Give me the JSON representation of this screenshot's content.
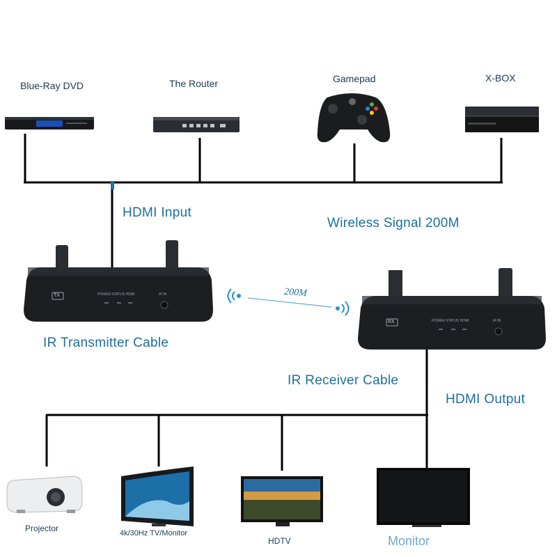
{
  "top_devices": [
    {
      "label": "Blue-Ray DVD",
      "icon": "bluray-player-icon"
    },
    {
      "label": "The Router",
      "icon": "router-icon"
    },
    {
      "label": "Gamepad",
      "icon": "gamepad-icon"
    },
    {
      "label": "X-BOX",
      "icon": "xbox-console-icon"
    }
  ],
  "bottom_devices": [
    {
      "label": "Projector",
      "icon": "projector-icon"
    },
    {
      "label": "4k/30Hz TV/Monitor",
      "icon": "curved-tv-icon"
    },
    {
      "label": "HDTV",
      "icon": "hdtv-icon"
    },
    {
      "label": "Monitor",
      "icon": "monitor-icon"
    }
  ],
  "labels": {
    "hdmi_input": "HDMI Input",
    "wireless_signal": "Wireless Signal 200M",
    "link_speed": "200M",
    "ir_transmitter": "IR Transmitter Cable",
    "ir_receiver": "IR Receiver Cable",
    "hdmi_output": "HDMI Output"
  },
  "transmitter": {
    "badge": "TX",
    "leds": "POWER  STATUS  HDMI",
    "ir": "IR IN"
  },
  "receiver": {
    "badge": "RX",
    "leds": "POWER  STATUS  HDMI",
    "ir": "IR IN"
  },
  "colors": {
    "accent": "#1d6f9a",
    "monitor_label": "#6fa6d6",
    "device_body": "#1e2124",
    "wire": "#000000"
  }
}
